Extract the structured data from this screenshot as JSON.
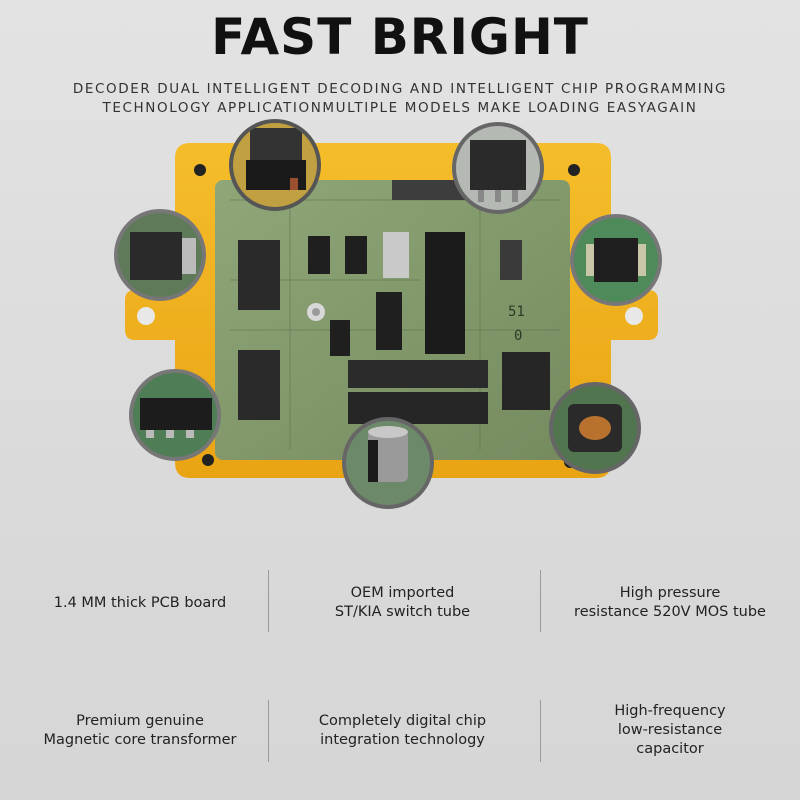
{
  "title": "FAST BRIGHT",
  "subtitle": {
    "line1": "DECODER DUAL INTELLIGENT DECODING AND INTELLIGENT CHIP PROGRAMMING",
    "line2": "TECHNOLOGY APPLICATIONMULTIPLE MODELS MAKE LOADING EASYAGAIN"
  },
  "pcb_text": {
    "mark1": "51",
    "mark2": "0"
  },
  "features": [
    {
      "line1": "1.4 MM thick PCB board"
    },
    {
      "line1": "OEM imported",
      "line2": "ST/KIA switch tube"
    },
    {
      "line1": "High pressure",
      "line2": "resistance 520V MOS tube"
    },
    {
      "line1": "Premium genuine",
      "line2": "Magnetic core transformer"
    },
    {
      "line1": "Completely digital chip",
      "line2": "integration technology"
    },
    {
      "line1": "High-frequency",
      "line2": "low-resistance",
      "line3": "capacitor"
    }
  ],
  "colors": {
    "housing": "#f2b320",
    "pcb": "#7f9a72",
    "background": "#dcdcdc"
  }
}
